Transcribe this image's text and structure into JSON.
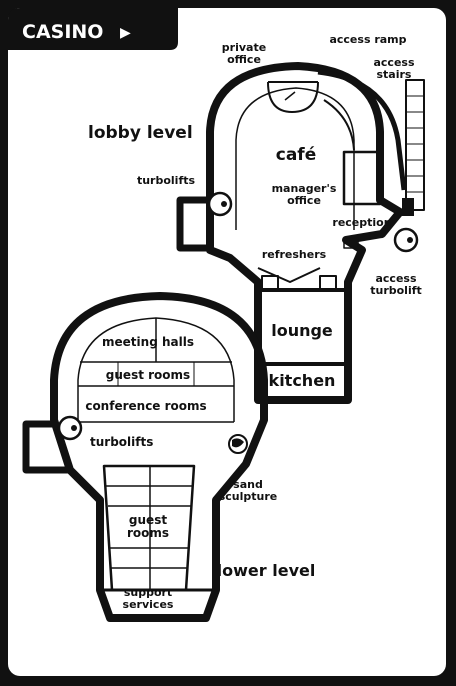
{
  "header": {
    "title": "CASINO",
    "arrow": "▶"
  },
  "levels": {
    "lobby": "lobby level",
    "lower": "lower level"
  },
  "lobby_labels": {
    "private_office_1": "private",
    "private_office_2": "office",
    "access_ramp": "access ramp",
    "access_stairs_1": "access",
    "access_stairs_2": "stairs",
    "cafe": "café",
    "turbolifts": "turbolifts",
    "managers_office_1": "manager's",
    "managers_office_2": "office",
    "reception": "reception",
    "refreshers": "refreshers",
    "access_turbolift_1": "access",
    "access_turbolift_2": "turbolift",
    "lounge": "lounge",
    "kitchen": "kitchen"
  },
  "lower_labels": {
    "meeting_halls": "meeting halls",
    "guest_rooms_top": "guest rooms",
    "conference_rooms": "conference rooms",
    "turbolifts": "turbolifts",
    "sand_sculpture_1": "sand",
    "sand_sculpture_2": "sculpture",
    "guest_rooms_1": "guest",
    "guest_rooms_2": "rooms",
    "support_services_1": "support",
    "support_services_2": "services"
  },
  "colors": {
    "frame": "#111111",
    "paper": "#ffffff",
    "wall": "#111111"
  }
}
